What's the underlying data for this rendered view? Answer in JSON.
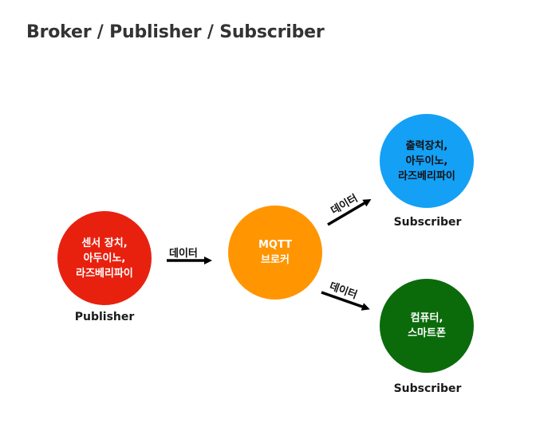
{
  "title": "Broker / Publisher / Subscriber",
  "colors": {
    "publisher": "#e8210f",
    "broker": "#ff9500",
    "subscriber_top": "#14a0f5",
    "subscriber_bottom": "#0b6b0b",
    "arrow": "#000000"
  },
  "nodes": {
    "publisher": {
      "text": "센서 장치,\n아두이노,\n라즈베리파이",
      "role": "Publisher"
    },
    "broker": {
      "text": "MQTT\n브로커"
    },
    "subscriber_top": {
      "text": "출력장치,\n아두이노,\n라즈베리파이",
      "role": "Subscriber"
    },
    "subscriber_bottom": {
      "text": "컴퓨터,\n스마트폰",
      "role": "Subscriber"
    }
  },
  "edges": [
    {
      "from": "publisher",
      "to": "broker",
      "label": "데이터"
    },
    {
      "from": "broker",
      "to": "subscriber_top",
      "label": "데이터"
    },
    {
      "from": "broker",
      "to": "subscriber_bottom",
      "label": "데이터"
    }
  ]
}
